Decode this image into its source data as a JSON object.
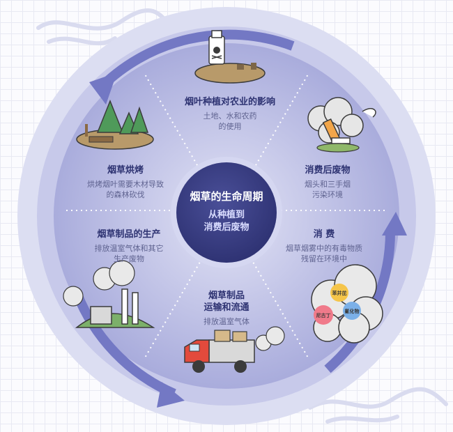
{
  "center": {
    "title": "烟草的生命周期",
    "subtitle_line1": "从种植到",
    "subtitle_line2": "消费后废物"
  },
  "segments": [
    {
      "title_lines": [
        "烟叶种植对农业的影响"
      ],
      "desc_lines": [
        "土地、水和农药",
        "的使用"
      ]
    },
    {
      "title_lines": [
        "消费后废物"
      ],
      "desc_lines": [
        "烟头和三手烟",
        "污染环境"
      ]
    },
    {
      "title_lines": [
        "消 费"
      ],
      "desc_lines": [
        "烟草烟雾中的有毒物质",
        "残留在环境中"
      ]
    },
    {
      "title_lines": [
        "烟草制品",
        "运输和流通"
      ],
      "desc_lines": [
        "排放温室气体"
      ]
    },
    {
      "title_lines": [
        "烟草制品的生产"
      ],
      "desc_lines": [
        "排放温室气体和其它",
        "生产废物"
      ]
    },
    {
      "title_lines": [
        "烟草烘烤"
      ],
      "desc_lines": [
        "烘烤烟叶需要木材导致",
        "的森林砍伐"
      ]
    }
  ],
  "bubbles": [
    {
      "label": "苯并芘",
      "color": "#f5c54a"
    },
    {
      "label": "尼古丁",
      "color": "#f07a8a"
    },
    {
      "label": "氰化物",
      "color": "#7bb0e8"
    }
  ],
  "icons": {
    "top": "poison-bottle-field-icon",
    "top_right": "cigarette-butt-smoke-icon",
    "bottom_right": "toxic-smoke-cloud-icon",
    "bottom": "truck-exhaust-icon",
    "bottom_left": "factory-smokestack-icon",
    "top_left": "deforestation-trees-icon"
  },
  "colors": {
    "ring_outer": "#c3c5e8",
    "disc": "#b3b6df",
    "center_dark": "#3b3f85",
    "arrow": "#7378c4",
    "title_text": "#2e3372"
  }
}
